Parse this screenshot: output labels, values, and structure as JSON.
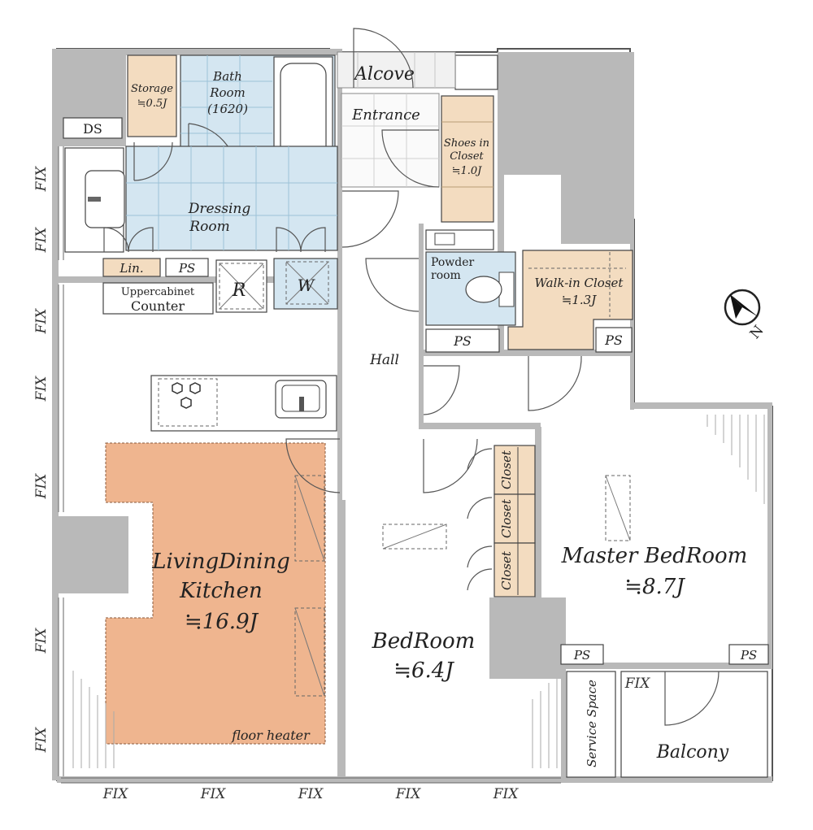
{
  "rooms": {
    "storage": {
      "name": "Storage",
      "size": "≒0.5J"
    },
    "bath": {
      "line1": "Bath",
      "line2": "Room",
      "line3": "(1620)"
    },
    "alcove": "Alcove",
    "entrance": "Entrance",
    "shoes": {
      "line1": "Shoes in",
      "line2": "Closet",
      "size": "≒1.0J"
    },
    "ds": "DS",
    "dressing": {
      "line1": "Dressing",
      "line2": "Room"
    },
    "lin": "Lin.",
    "ps": "PS",
    "upper_counter": {
      "line1": "Uppercabinet",
      "line2": "Counter"
    },
    "fridge": "R",
    "washer": "W",
    "powder": {
      "line1": "Powder",
      "line2": "room"
    },
    "walkin": {
      "name": "Walk-in Closet",
      "size": "≒1.3J"
    },
    "hall": "Hall",
    "closet": "Closet",
    "ldk": {
      "line1": "LivingDining",
      "line2": "Kitchen",
      "size": "≒16.9J"
    },
    "floor_heater": "floor heater",
    "bedroom": {
      "name": "BedRoom",
      "size": "≒6.4J"
    },
    "master": {
      "name": "Master BedRoom",
      "size": "≒8.7J"
    },
    "service": "Service Space",
    "balcony": "Balcony",
    "fix": "FIX",
    "north": "N"
  },
  "colors": {
    "wall": "#b9b9b9",
    "bath_blue": "#d4e6f1",
    "closet_tan": "#f3dcc0",
    "ldk_orange": "#efb58f",
    "outline": "#444444"
  }
}
